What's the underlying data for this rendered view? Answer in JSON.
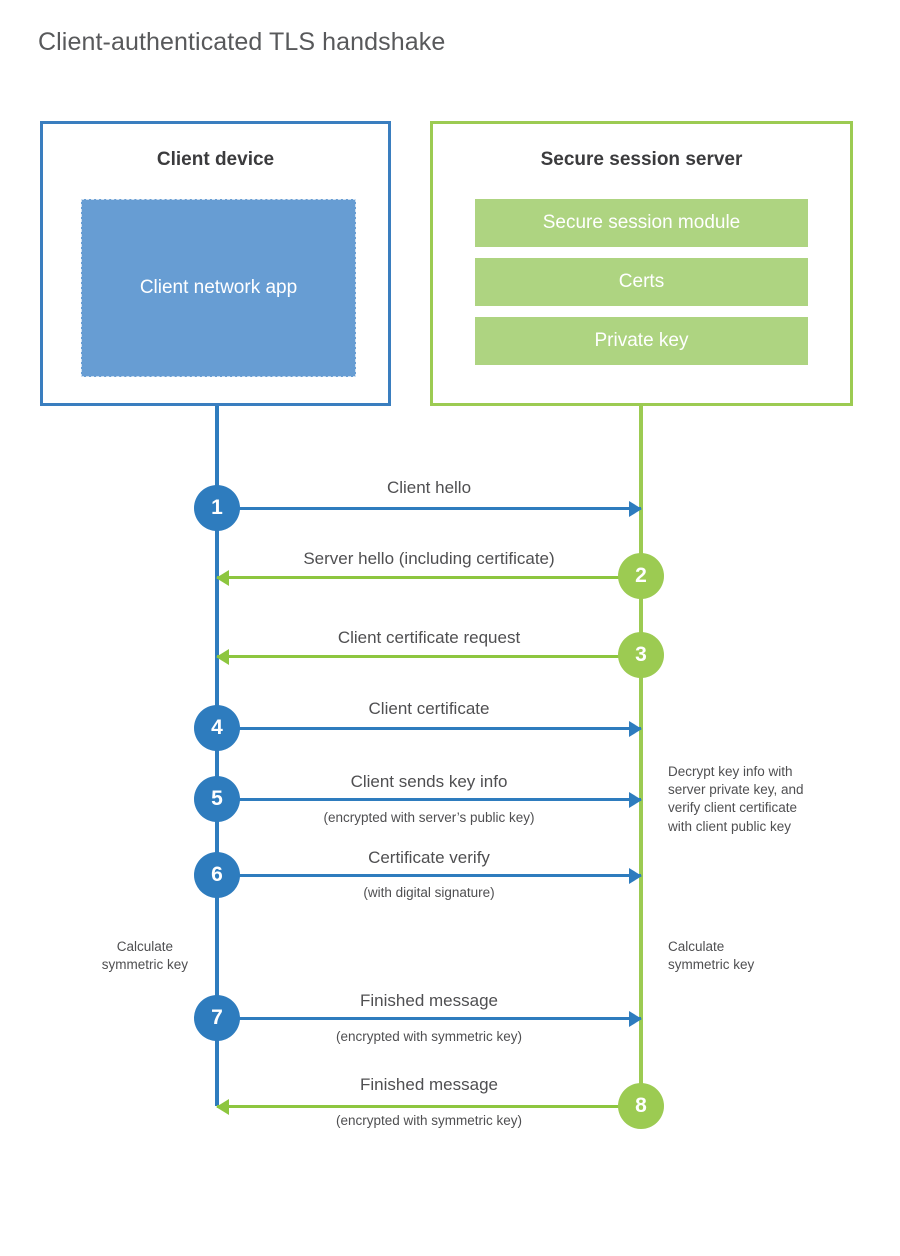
{
  "title": "Client-authenticated TLS handshake",
  "colors": {
    "client_blue": "#2e7cbe",
    "client_app_fill": "#679dd3",
    "server_green": "#9ccb52",
    "server_module_fill": "#aed481",
    "arrow_green": "#8dc63f",
    "text": "#4f4f51",
    "title_text": "#58595b"
  },
  "parties": {
    "client": {
      "title": "Client device",
      "app_label": "Client network\napp"
    },
    "server": {
      "title": "Secure session server",
      "modules": [
        {
          "label": "Secure session module"
        },
        {
          "label": "Certs"
        },
        {
          "label": "Private key"
        }
      ]
    }
  },
  "chart_data": {
    "type": "sequence-diagram",
    "title": "Client-authenticated TLS handshake",
    "actors": [
      "Client device",
      "Secure session server"
    ],
    "steps": [
      {
        "number": "1",
        "label": "Client hello",
        "sublabel": "",
        "direction": "client-to-server",
        "origin": "client"
      },
      {
        "number": "2",
        "label": "Server hello (including certificate)",
        "sublabel": "",
        "direction": "server-to-client",
        "origin": "server"
      },
      {
        "number": "3",
        "label": "Client certificate request",
        "sublabel": "",
        "direction": "server-to-client",
        "origin": "server"
      },
      {
        "number": "4",
        "label": "Client certificate",
        "sublabel": "",
        "direction": "client-to-server",
        "origin": "client"
      },
      {
        "number": "5",
        "label": "Client sends key info",
        "sublabel": "(encrypted with server’s public key)",
        "direction": "client-to-server",
        "origin": "client"
      },
      {
        "number": "6",
        "label": "Certificate verify",
        "sublabel": "(with digital signature)",
        "direction": "client-to-server",
        "origin": "client"
      },
      {
        "number": "7",
        "label": "Finished message",
        "sublabel": "(encrypted with symmetric key)",
        "direction": "client-to-server",
        "origin": "client"
      },
      {
        "number": "8",
        "label": "Finished message",
        "sublabel": "(encrypted with symmetric key)",
        "direction": "server-to-client",
        "origin": "server"
      }
    ],
    "notes": [
      {
        "side": "server",
        "text": "Decrypt key info with\nserver private key, and\nverify client certificate\nwith client public key"
      },
      {
        "side": "client",
        "text": "Calculate\nsymmetric key"
      },
      {
        "side": "server",
        "text": "Calculate\nsymmetric key"
      }
    ]
  },
  "steps": {
    "s1": {
      "number": "1",
      "label": "Client hello",
      "sublabel": ""
    },
    "s2": {
      "number": "2",
      "label": "Server hello (including certificate)",
      "sublabel": ""
    },
    "s3": {
      "number": "3",
      "label": "Client certificate request",
      "sublabel": ""
    },
    "s4": {
      "number": "4",
      "label": "Client certificate",
      "sublabel": ""
    },
    "s5": {
      "number": "5",
      "label": "Client sends key info",
      "sublabel": "(encrypted with server’s public key)"
    },
    "s6": {
      "number": "6",
      "label": "Certificate verify",
      "sublabel": "(with digital signature)"
    },
    "s7": {
      "number": "7",
      "label": "Finished message",
      "sublabel": "(encrypted with symmetric key)"
    },
    "s8": {
      "number": "8",
      "label": "Finished message",
      "sublabel": "(encrypted with symmetric key)"
    }
  },
  "notes": {
    "server_decrypt": "Decrypt key info with\nserver private key, and\nverify client certificate\nwith client public key",
    "client_calc": "Calculate\nsymmetric key",
    "server_calc": "Calculate\nsymmetric key"
  }
}
